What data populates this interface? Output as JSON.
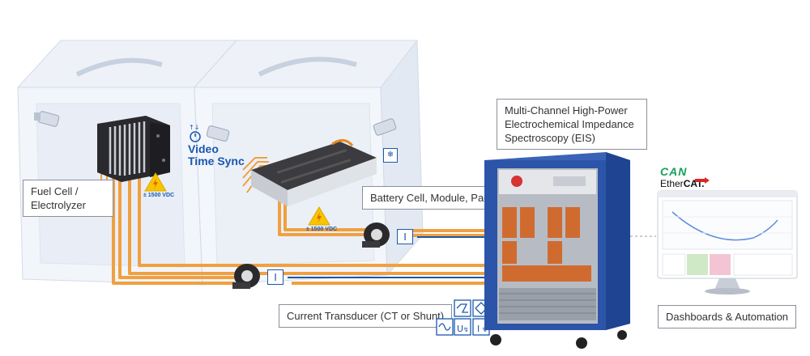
{
  "labels": {
    "fuel_cell": "Fuel Cell /\nElectrolyzer",
    "battery": "Battery Cell, Module, Pack",
    "eis": "Multi-Channel High-Power\nElectrochemical Impedance\nSpectroscopy (EIS)",
    "transducer": "Current Transducer (CT or Shunt)",
    "dashboards": "Dashboards & Automation",
    "video_sync": "Video\nTime Sync"
  },
  "warnings": {
    "voltage_1": "± 1500 VDC",
    "voltage_2": "± 1500 VDC"
  },
  "transducer_tag": "I",
  "logos": {
    "can": "CAN",
    "ethercat_prefix": "Ether",
    "ethercat_suffix": "CAT."
  },
  "symbols": [
    "signal-step-icon",
    "signal-ramp-icon",
    "sine-wave-icon",
    "voltage-source-icon",
    "current-source-icon"
  ],
  "colors": {
    "orange_cable": "#f0a040",
    "blue_cable": "#1a57b0",
    "cabinet": "#2c54a8"
  }
}
